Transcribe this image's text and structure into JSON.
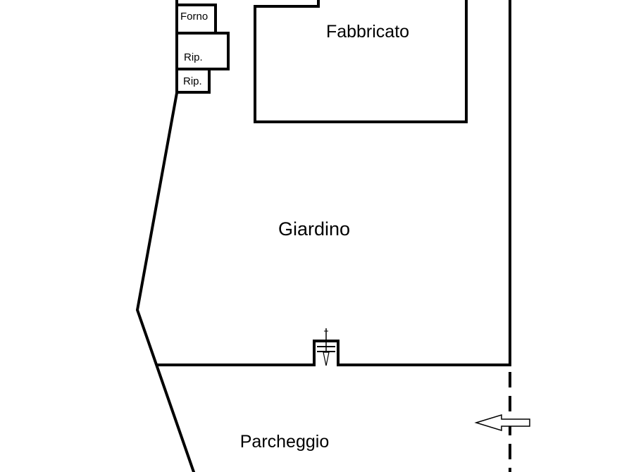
{
  "labels": {
    "building": "Fabbricato",
    "garden": "Giardino",
    "parking": "Parcheggio",
    "oven": "Forno",
    "storage_1": "Rip.",
    "storage_2": "Rip."
  },
  "icons": {
    "entrance_arrow": "left-arrow-icon",
    "gate": "gate-icon"
  }
}
